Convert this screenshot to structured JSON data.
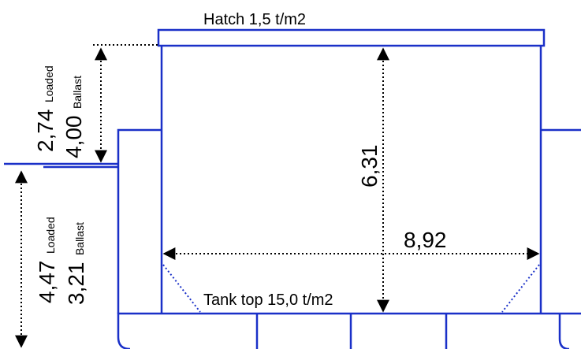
{
  "colors": {
    "structure": "#1a30c8",
    "dimension": "#000000",
    "background": "#ffffff"
  },
  "labels": {
    "hatch": "Hatch 1,5 t/m2",
    "tank_top": "Tank top 15,0 t/m2",
    "width": "8,92",
    "height": "6,31",
    "upper_loaded_value": "2,74",
    "upper_loaded_tag": "Loaded",
    "upper_ballast_value": "4,00",
    "upper_ballast_tag": "Ballast",
    "lower_loaded_value": "4,47",
    "lower_loaded_tag": "Loaded",
    "lower_ballast_value": "3,21",
    "lower_ballast_tag": "Ballast"
  }
}
